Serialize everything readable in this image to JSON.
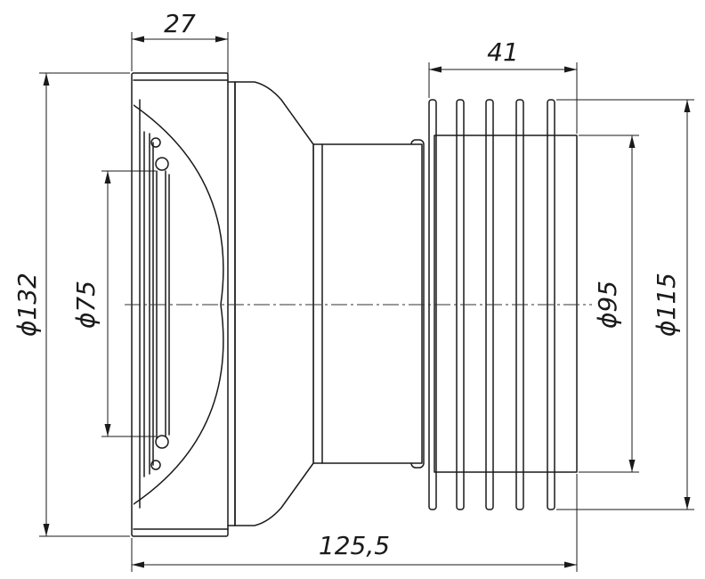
{
  "dimensions": {
    "flange_width": "27",
    "corrugation_length": "41",
    "overall_length": "125,5",
    "outer_diameter": "ϕ132",
    "inlet_diameter": "ϕ75",
    "pipe_diameter": "ϕ95",
    "rib_diameter": "ϕ115"
  }
}
